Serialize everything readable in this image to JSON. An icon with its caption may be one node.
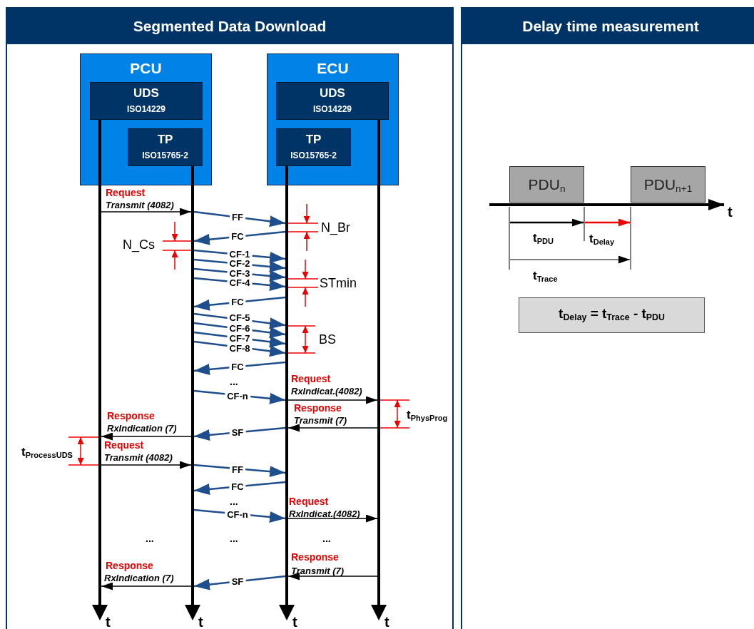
{
  "diagram": {
    "nodes": [
      {
        "text": [
          "Segmented Data Download"
        ]
      },
      {
        "text": [
          "Delay time measurement"
        ]
      },
      {
        "text": [
          "PCU"
        ],
        "in": 0
      },
      {
        "text": [
          "UDS",
          "ISO14229"
        ],
        "in": 2
      },
      {
        "text": [
          "TP",
          "ISO15765-2"
        ],
        "in": 2
      },
      {
        "text": [
          "ECU"
        ],
        "in": 0
      },
      {
        "text": [
          "UDS",
          "ISO14229"
        ],
        "in": 5
      },
      {
        "text": [
          "TP",
          "ISO15765-2"
        ],
        "in": 5
      },
      {
        "text": [
          "PDU$_{n}$"
        ],
        "in": 1
      },
      {
        "text": [
          "PDU$_{n+1}$"
        ],
        "in": 1
      },
      {
        "text": [
          "t$_{Delay}$ = t$_{Trace}$ - t$_{PDU}$"
        ],
        "in": 1
      },
      {
        "text": [],
        "shape": "bar",
        "beside": [
          "t"
        ],
        "in": 0
      },
      {
        "text": [],
        "shape": "bar",
        "beside": [
          "t"
        ],
        "in": 0
      },
      {
        "text": [],
        "shape": "bar",
        "beside": [
          "t"
        ],
        "in": 0
      },
      {
        "text": [],
        "shape": "bar",
        "beside": [
          "t"
        ],
        "in": 0
      }
    ],
    "edges": [
      {
        "from": 11,
        "to": 12,
        "arrow": "to",
        "color": "#000000"
      },
      {
        "from": 12,
        "to": 13,
        "arrow": "to",
        "label": "FF"
      },
      {
        "from": 13,
        "to": 12,
        "arrow": "to",
        "label": "FC"
      },
      {
        "from": 12,
        "to": 13,
        "arrow": "to",
        "label": "CF-1"
      },
      {
        "from": 12,
        "to": 13,
        "arrow": "to",
        "label": "CF-2"
      },
      {
        "from": 12,
        "to": 13,
        "arrow": "to",
        "label": "CF-3"
      },
      {
        "from": 12,
        "to": 13,
        "arrow": "to",
        "label": "CF-4"
      },
      {
        "from": 13,
        "to": 12,
        "arrow": "to",
        "label": "FC"
      },
      {
        "from": 12,
        "to": 13,
        "arrow": "to",
        "label": "CF-5"
      },
      {
        "from": 12,
        "to": 13,
        "arrow": "to",
        "label": "CF-6"
      },
      {
        "from": 12,
        "to": 13,
        "arrow": "to",
        "label": "CF-7"
      },
      {
        "from": 12,
        "to": 13,
        "arrow": "to",
        "label": "CF-8"
      },
      {
        "from": 13,
        "to": 12,
        "arrow": "to",
        "label": "FC"
      },
      {
        "from": 12,
        "to": 13,
        "arrow": "to",
        "label": "CF-n"
      },
      {
        "from": 13,
        "to": 14,
        "arrow": "to",
        "color": "#000000"
      },
      {
        "from": 14,
        "to": 13,
        "arrow": "to",
        "color": "#000000"
      },
      {
        "from": 13,
        "to": 12,
        "arrow": "to",
        "label": "SF"
      },
      {
        "from": 12,
        "to": 11,
        "arrow": "to",
        "color": "#000000"
      },
      {
        "from": 11,
        "to": 12,
        "arrow": "to",
        "color": "#000000"
      },
      {
        "from": 12,
        "to": 13,
        "arrow": "to",
        "label": "FF"
      },
      {
        "from": 13,
        "to": 12,
        "arrow": "to",
        "label": "FC"
      },
      {
        "from": 12,
        "to": 13,
        "arrow": "to",
        "label": "CF-n"
      },
      {
        "from": 13,
        "to": 14,
        "arrow": "to",
        "color": "#000000"
      },
      {
        "from": 14,
        "to": 13,
        "arrow": "to",
        "color": "#000000"
      },
      {
        "from": 13,
        "to": 12,
        "arrow": "to",
        "label": "SF"
      },
      {
        "from": 12,
        "to": 11,
        "arrow": "to",
        "color": "#000000"
      }
    ],
    "labels": [
      "Request",
      "Transmit (4082)",
      "N_Br",
      "N_Cs",
      "STmin",
      "BS",
      "...",
      "Request",
      "RxIndicat.(4082)",
      "Response",
      "Response",
      "t$_{PhysProg}$",
      "RxIndication (7)",
      "Transmit (7)",
      "t$_{ProcessUDS}$",
      "Request",
      "Transmit (4082)",
      "...",
      "Request",
      "RxIndicat.(4082)",
      "...",
      "...",
      "...",
      "Response",
      "Response",
      "RxIndication (7)",
      "Transmit (7)",
      "t",
      "t$_{PDU}$",
      "t$_{Delay}$",
      "t$_{Trace}$"
    ]
  }
}
